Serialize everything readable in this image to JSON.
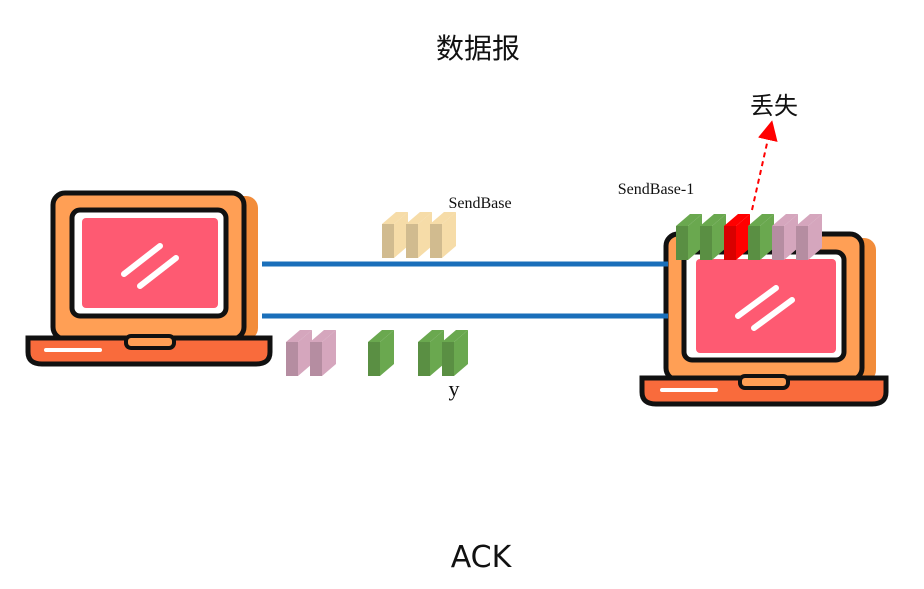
{
  "labels": {
    "datagram": "数据报",
    "lost": "丢失",
    "send_base": "SendBase",
    "send_base_minus_1": "SendBase-1",
    "y": "y",
    "ack": "ACK"
  },
  "colors": {
    "link": "#1a6fba",
    "laptop_body": "#ff9f55",
    "laptop_shadow": "#f28c3a",
    "laptop_base": "#f96b3c",
    "screen": "#fe5a72",
    "outline": "#111111",
    "packet_beige": "#f6dca8",
    "packet_green": "#6aa84f",
    "packet_pink": "#d5a6bd",
    "packet_red": "#ff0000",
    "lost_arrow": "#ff0000"
  },
  "icons": {
    "left_host": "laptop-icon",
    "right_host": "laptop-icon"
  },
  "packets": {
    "datagram_in_transit": [
      "beige",
      "beige",
      "beige"
    ],
    "receiver_buffer": [
      "green",
      "green",
      "red",
      "green",
      "pink",
      "pink"
    ],
    "ack_in_transit": [
      "pink",
      "pink",
      "green",
      "green",
      "green"
    ]
  }
}
